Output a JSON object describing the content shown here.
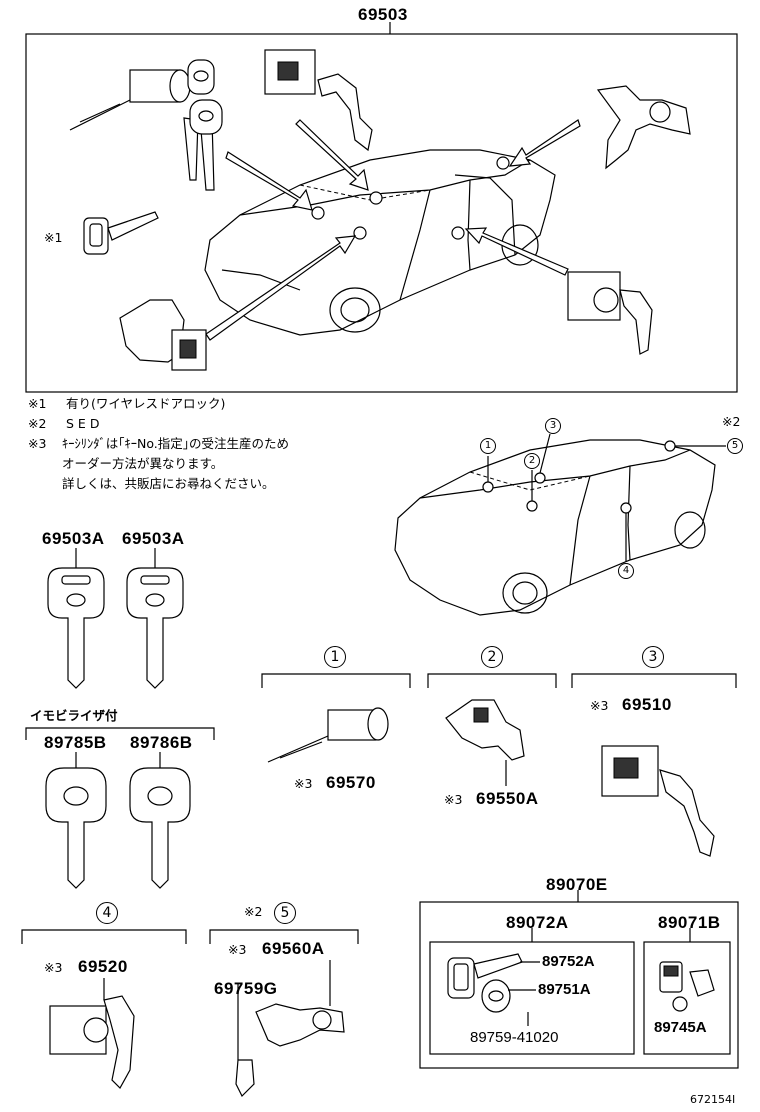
{
  "labels": {
    "main_assembly": "69503",
    "key_a_left": "69503A",
    "key_a_right": "69503A",
    "immobilizer_note": "イモビライザ付",
    "key_b_left": "89785B",
    "key_b_right": "89786B",
    "part_69570": "69570",
    "part_69550A": "69550A",
    "part_69510": "69510",
    "part_69520": "69520",
    "part_69560A": "69560A",
    "part_69759G": "69759G",
    "part_89070E": "89070E",
    "part_89072A": "89072A",
    "part_89071B": "89071B",
    "part_89752A": "89752A",
    "part_89751A": "89751A",
    "part_89759": "89759-41020",
    "part_89745A": "89745A",
    "figure_number": "672154I"
  },
  "notes": {
    "note1_mark": "※1",
    "note1_text": "有り(ワイヤレスドアロック)",
    "note2_mark": "※2",
    "note2_text": "SED",
    "note3_mark": "※3",
    "note3_line1": "ｷｰｼﾘﾝﾀﾞは｢ｷｰNo.指定｣の受注生産のため",
    "note3_line2": "オーダー方法が異なります。",
    "note3_line3": "詳しくは、共販店にお尋ねください。"
  },
  "marks": {
    "m1_key": "※1",
    "m2_car": "※2",
    "m3_69570": "※3",
    "m3_69550A": "※3",
    "m3_69510": "※3",
    "m3_69520": "※3",
    "m2_section5": "※2",
    "m3_69560A": "※3"
  },
  "callouts": {
    "c1": "1",
    "c2": "2",
    "c3": "3",
    "c4": "4",
    "c5": "5",
    "s1": "1",
    "s2": "2",
    "s3": "3",
    "s4": "4",
    "s5": "5"
  }
}
